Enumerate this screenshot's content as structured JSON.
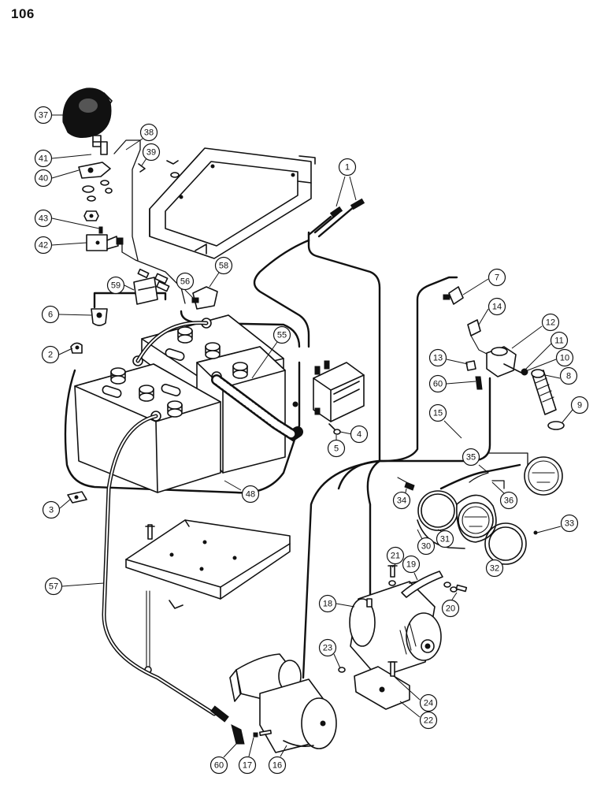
{
  "page_number": "106",
  "callouts": [
    {
      "label": "37"
    },
    {
      "label": "38"
    },
    {
      "label": "39"
    },
    {
      "label": "41"
    },
    {
      "label": "40"
    },
    {
      "label": "43"
    },
    {
      "label": "42"
    },
    {
      "label": "59"
    },
    {
      "label": "56"
    },
    {
      "label": "58"
    },
    {
      "label": "6"
    },
    {
      "label": "2"
    },
    {
      "label": "1"
    },
    {
      "label": "7"
    },
    {
      "label": "14"
    },
    {
      "label": "12"
    },
    {
      "label": "11"
    },
    {
      "label": "10"
    },
    {
      "label": "13"
    },
    {
      "label": "60"
    },
    {
      "label": "8"
    },
    {
      "label": "9"
    },
    {
      "label": "55"
    },
    {
      "label": "4"
    },
    {
      "label": "5"
    },
    {
      "label": "15"
    },
    {
      "label": "35"
    },
    {
      "label": "48"
    },
    {
      "label": "3"
    },
    {
      "label": "34"
    },
    {
      "label": "36"
    },
    {
      "label": "33"
    },
    {
      "label": "31"
    },
    {
      "label": "30"
    },
    {
      "label": "32"
    },
    {
      "label": "21"
    },
    {
      "label": "19"
    },
    {
      "label": "20"
    },
    {
      "label": "57"
    },
    {
      "label": "18"
    },
    {
      "label": "23"
    },
    {
      "label": "24"
    },
    {
      "label": "22"
    },
    {
      "label": "60"
    },
    {
      "label": "17"
    },
    {
      "label": "16"
    }
  ]
}
